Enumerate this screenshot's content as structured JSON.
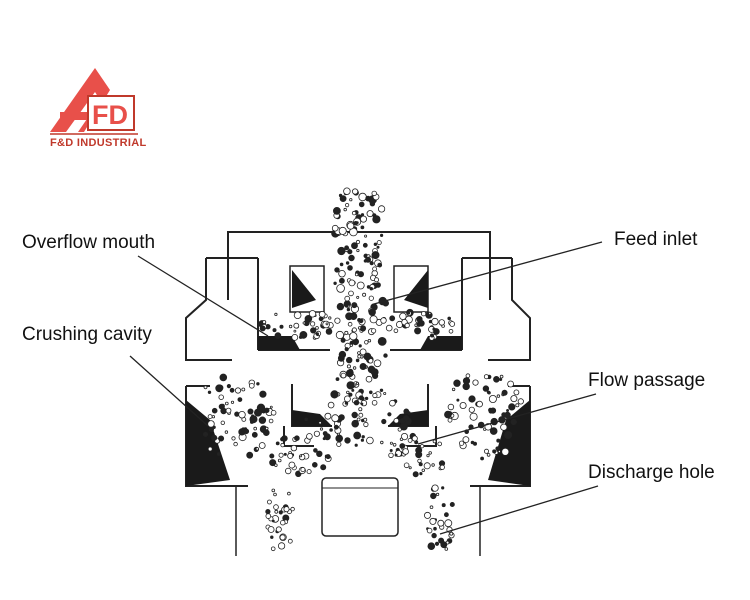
{
  "logo": {
    "letters": "AFD",
    "company": "F&D INDUSTRIAL",
    "brand_color": "#e8504a",
    "dark_color": "#c0392b"
  },
  "labels": {
    "overflow_mouth": "Overflow mouth",
    "feed_inlet": "Feed inlet",
    "crushing_cavity": "Crushing cavity",
    "flow_passage": "Flow passage",
    "discharge_hole": "Discharge hole"
  }
}
